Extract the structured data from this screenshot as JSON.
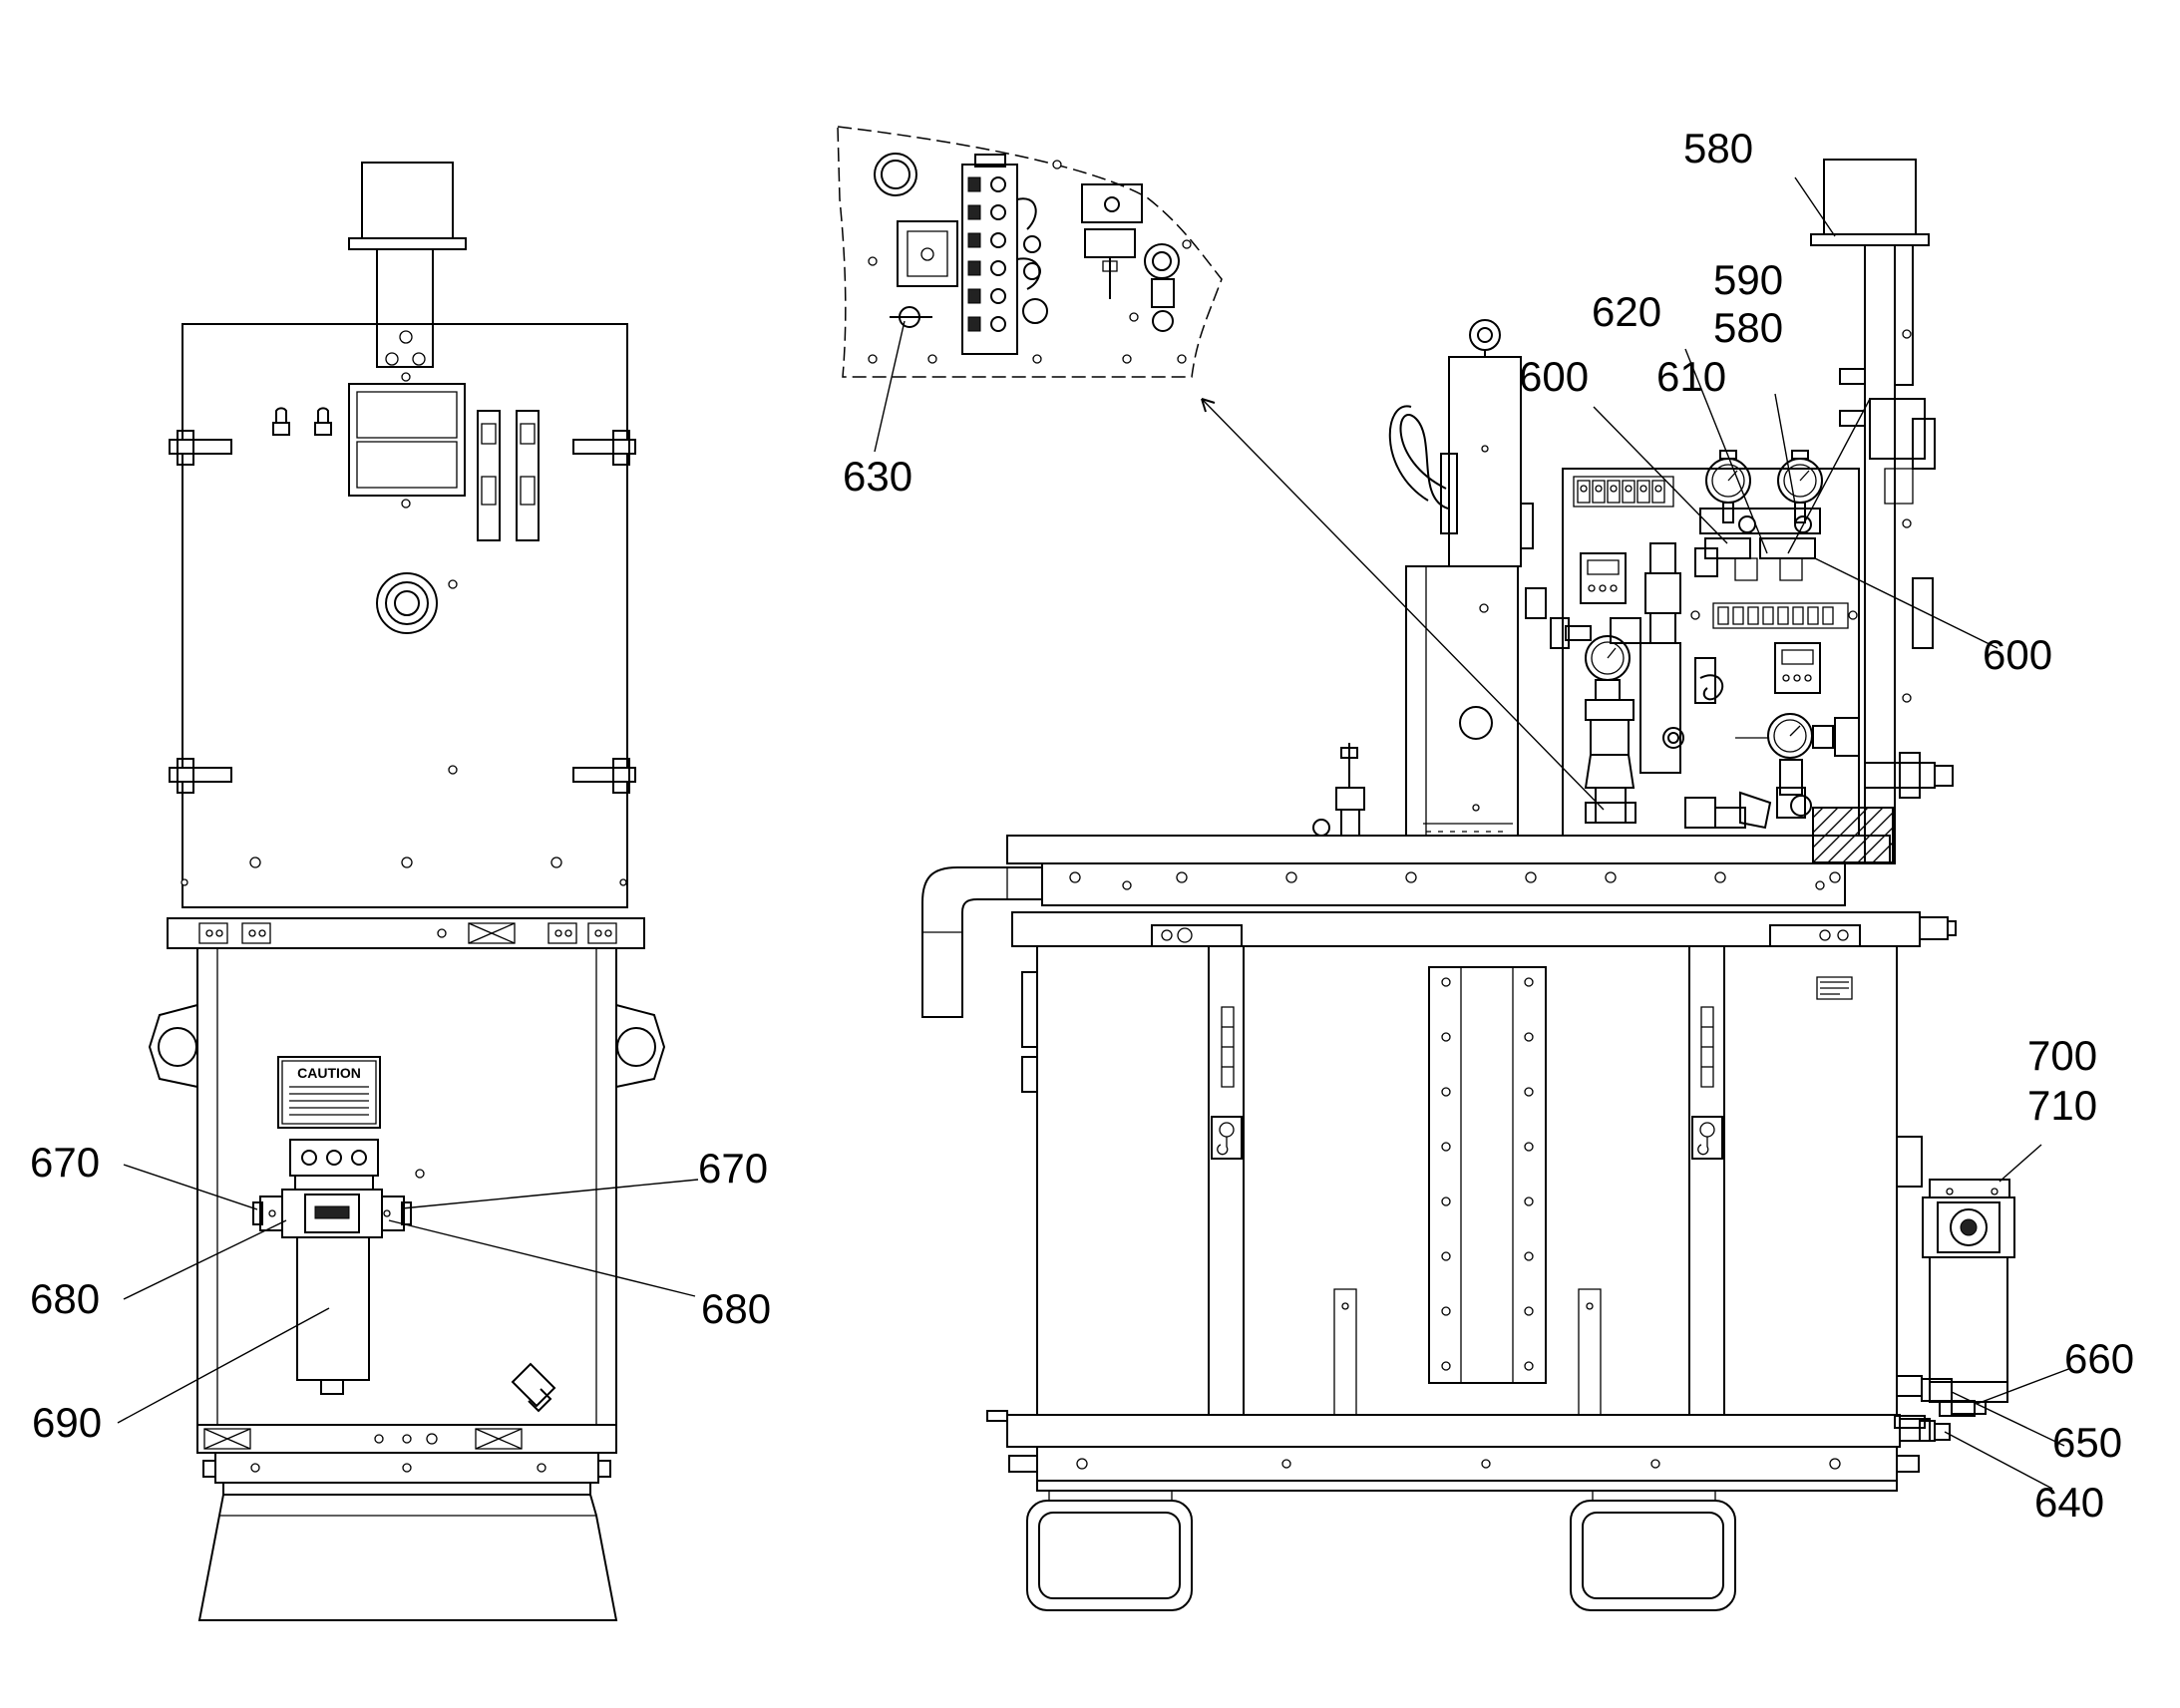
{
  "callouts": {
    "c580_top": "580",
    "c620": "620",
    "c590": "590",
    "c580_mid": "580",
    "c600_left": "600",
    "c610": "610",
    "c630": "630",
    "c600_right": "600",
    "c670_left": "670",
    "c670_right": "670",
    "c680_left": "680",
    "c680_right": "680",
    "c690": "690",
    "c700": "700",
    "c710": "710",
    "c660": "660",
    "c650": "650",
    "c640": "640"
  },
  "caution_label": "CAUTION"
}
